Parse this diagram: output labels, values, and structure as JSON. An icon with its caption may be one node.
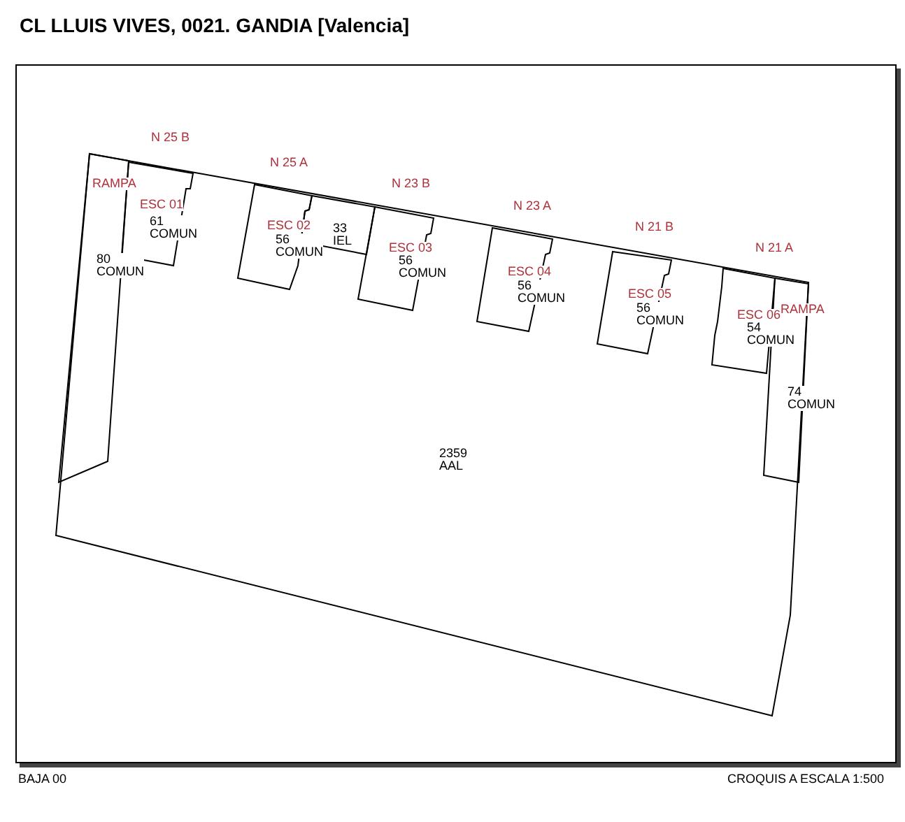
{
  "diagram": {
    "title": "CL LLUIS VIVES, 0021. GANDIA [Valencia]",
    "nodes": [
      {
        "text": [
          "2359 AAL"
        ]
      },
      {
        "text": [
          "RAMPA",
          "80 COMUN"
        ],
        "in": 0
      },
      {
        "text": [
          "ESC 01",
          "61 COMUN"
        ],
        "in": 0
      },
      {
        "text": [
          "ESC 02",
          "56 COMUN"
        ],
        "in": 0
      },
      {
        "text": [
          "33 IEL"
        ],
        "in": 0
      },
      {
        "text": [
          "ESC 03",
          "56 COMUN"
        ],
        "in": 0
      },
      {
        "text": [
          "ESC 04",
          "56 COMUN"
        ],
        "in": 0
      },
      {
        "text": [
          "ESC 05",
          "56 COMUN"
        ],
        "in": 0
      },
      {
        "text": [
          "ESC 06",
          "54 COMUN"
        ],
        "in": 0
      },
      {
        "text": [
          "RAMPA",
          "74 COMUN"
        ],
        "in": 0
      }
    ],
    "labels": [
      "N 25 B",
      "N 25 A",
      "N 23 B",
      "N 23 A",
      "N 21 B",
      "N 21 A",
      "BAJA 00",
      "CROQUIS A ESCALA 1:500"
    ]
  }
}
